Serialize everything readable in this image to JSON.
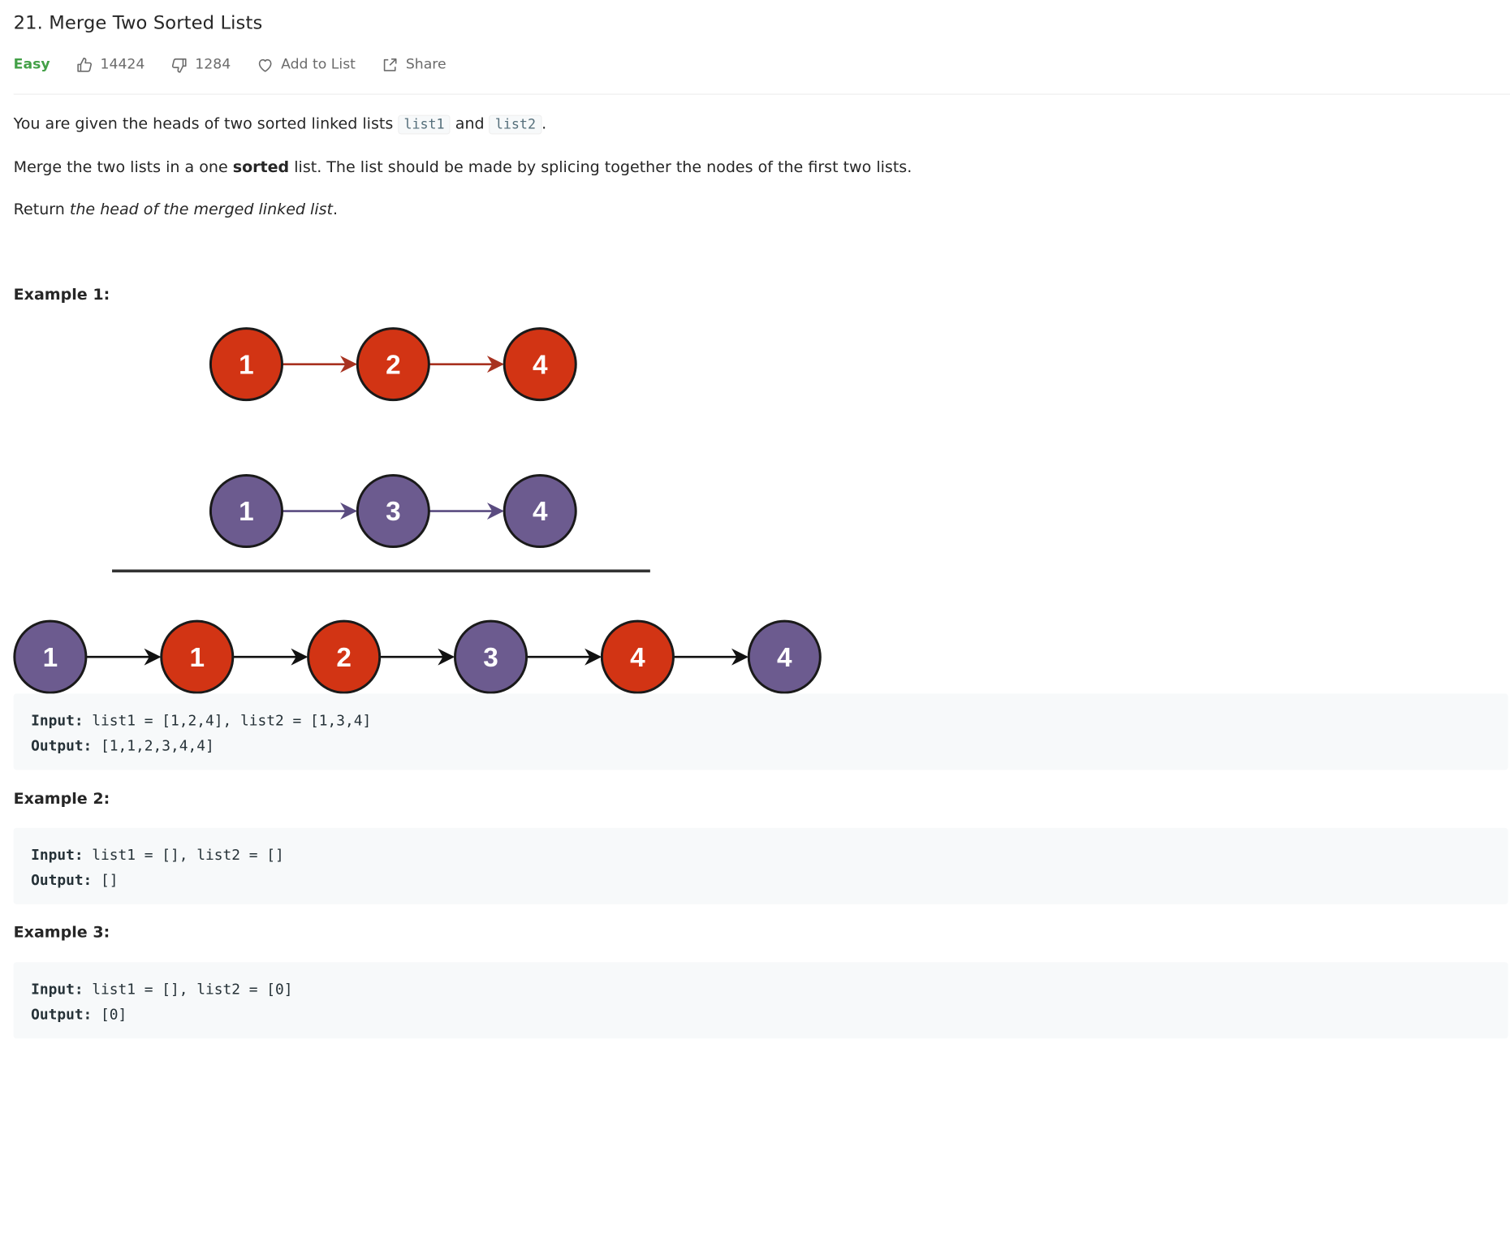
{
  "problem": {
    "title": "21. Merge Two Sorted Lists",
    "difficulty": "Easy",
    "likes": "14424",
    "dislikes": "1284",
    "add_to_list": "Add to List",
    "share": "Share"
  },
  "description": {
    "p1_before": "You are given the heads of two sorted linked lists ",
    "p1_code1": "list1",
    "p1_mid": " and ",
    "p1_code2": "list2",
    "p1_after": ".",
    "p2_before": "Merge the two lists in a one ",
    "p2_bold": "sorted",
    "p2_after": " list. The list should be made by splicing together the nodes of the first two lists.",
    "p3_before": "Return ",
    "p3_italic": "the head of the merged linked list",
    "p3_after": "."
  },
  "diagram": {
    "list1": [
      "1",
      "2",
      "4"
    ],
    "list2": [
      "1",
      "3",
      "4"
    ],
    "merged": [
      {
        "v": "1",
        "from": "list2"
      },
      {
        "v": "1",
        "from": "list1"
      },
      {
        "v": "2",
        "from": "list1"
      },
      {
        "v": "3",
        "from": "list2"
      },
      {
        "v": "4",
        "from": "list1"
      },
      {
        "v": "4",
        "from": "list2"
      }
    ],
    "colors": {
      "list1": "#d23414",
      "list2": "#6c5b8f",
      "arrow1": "#a83220",
      "arrow2": "#5a4b80",
      "outline": "#1a1a1a"
    }
  },
  "examples": [
    {
      "title": "Example 1:",
      "input_label": "Input:",
      "input": " list1 = [1,2,4], list2 = [1,3,4]",
      "output_label": "Output:",
      "output": " [1,1,2,3,4,4]"
    },
    {
      "title": "Example 2:",
      "input_label": "Input:",
      "input": " list1 = [], list2 = []",
      "output_label": "Output:",
      "output": " []"
    },
    {
      "title": "Example 3:",
      "input_label": "Input:",
      "input": " list1 = [], list2 = [0]",
      "output_label": "Output:",
      "output": " [0]"
    }
  ]
}
